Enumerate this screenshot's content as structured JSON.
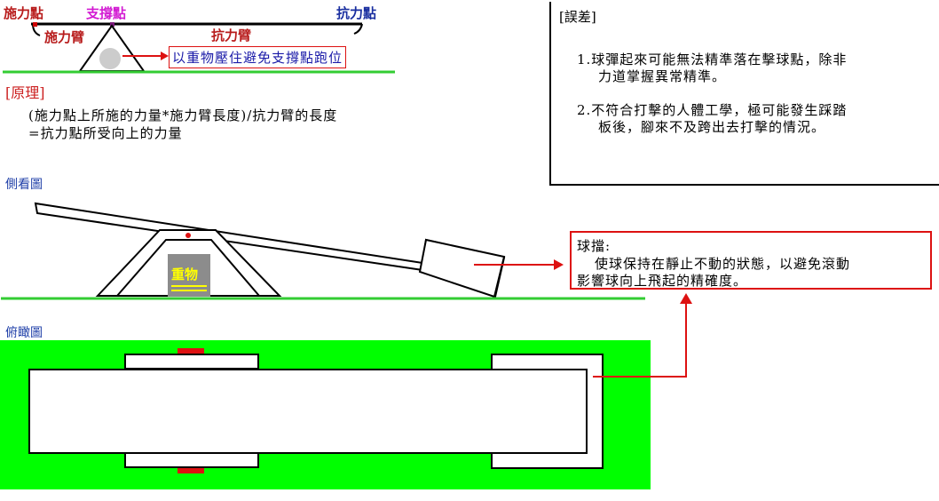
{
  "top_diagram": {
    "effort_point": "施力點",
    "fulcrum": "支撐點",
    "load_point": "抗力點",
    "effort_arm": "施力臂",
    "load_arm": "抗力臂",
    "weight_note": "以重物壓住避免支撐點跑位"
  },
  "principle": {
    "title": "[原理]",
    "line1": "(施力點上所施的力量*施力臂長度)/抗力臂的長度",
    "line2": "=抗力點所受向上的力量"
  },
  "error_box": {
    "title": "[誤差]",
    "item1_line1": "1.球彈起來可能無法精準落在擊球點，除非",
    "item1_line2": "力道掌握異常精準。",
    "item2_line1": "2.不符合打擊的人體工學，極可能發生踩踏",
    "item2_line2": "板後，腳來不及跨出去打擊的情況。"
  },
  "side_view": {
    "title": "側看圖",
    "weight_label": "重物"
  },
  "ball_stopper_note": {
    "title": "球擋:",
    "line1": "使球保持在靜止不動的狀態，以避免滾動",
    "line2": "影響球向上飛起的精確度。"
  },
  "top_view": {
    "title": "俯瞰圖"
  },
  "colors": {
    "green": "#00ff00",
    "ground_line": "#33cc33",
    "red": "#dd1111",
    "weight_gray": "#8c8c8c",
    "weight_text": "#ffff00"
  }
}
